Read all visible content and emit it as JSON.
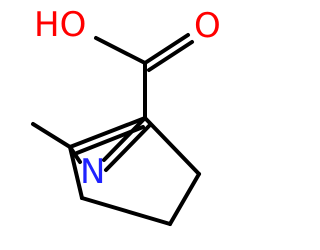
{
  "molecule": {
    "atoms": {
      "hydroxyl": {
        "label": "HO",
        "color": "#ff0000"
      },
      "carbonyl_oxygen": {
        "label": "O",
        "color": "#ff0000"
      },
      "nitrogen": {
        "label": "N",
        "color": "#1f22ff"
      }
    },
    "bond_color": "#000000"
  }
}
